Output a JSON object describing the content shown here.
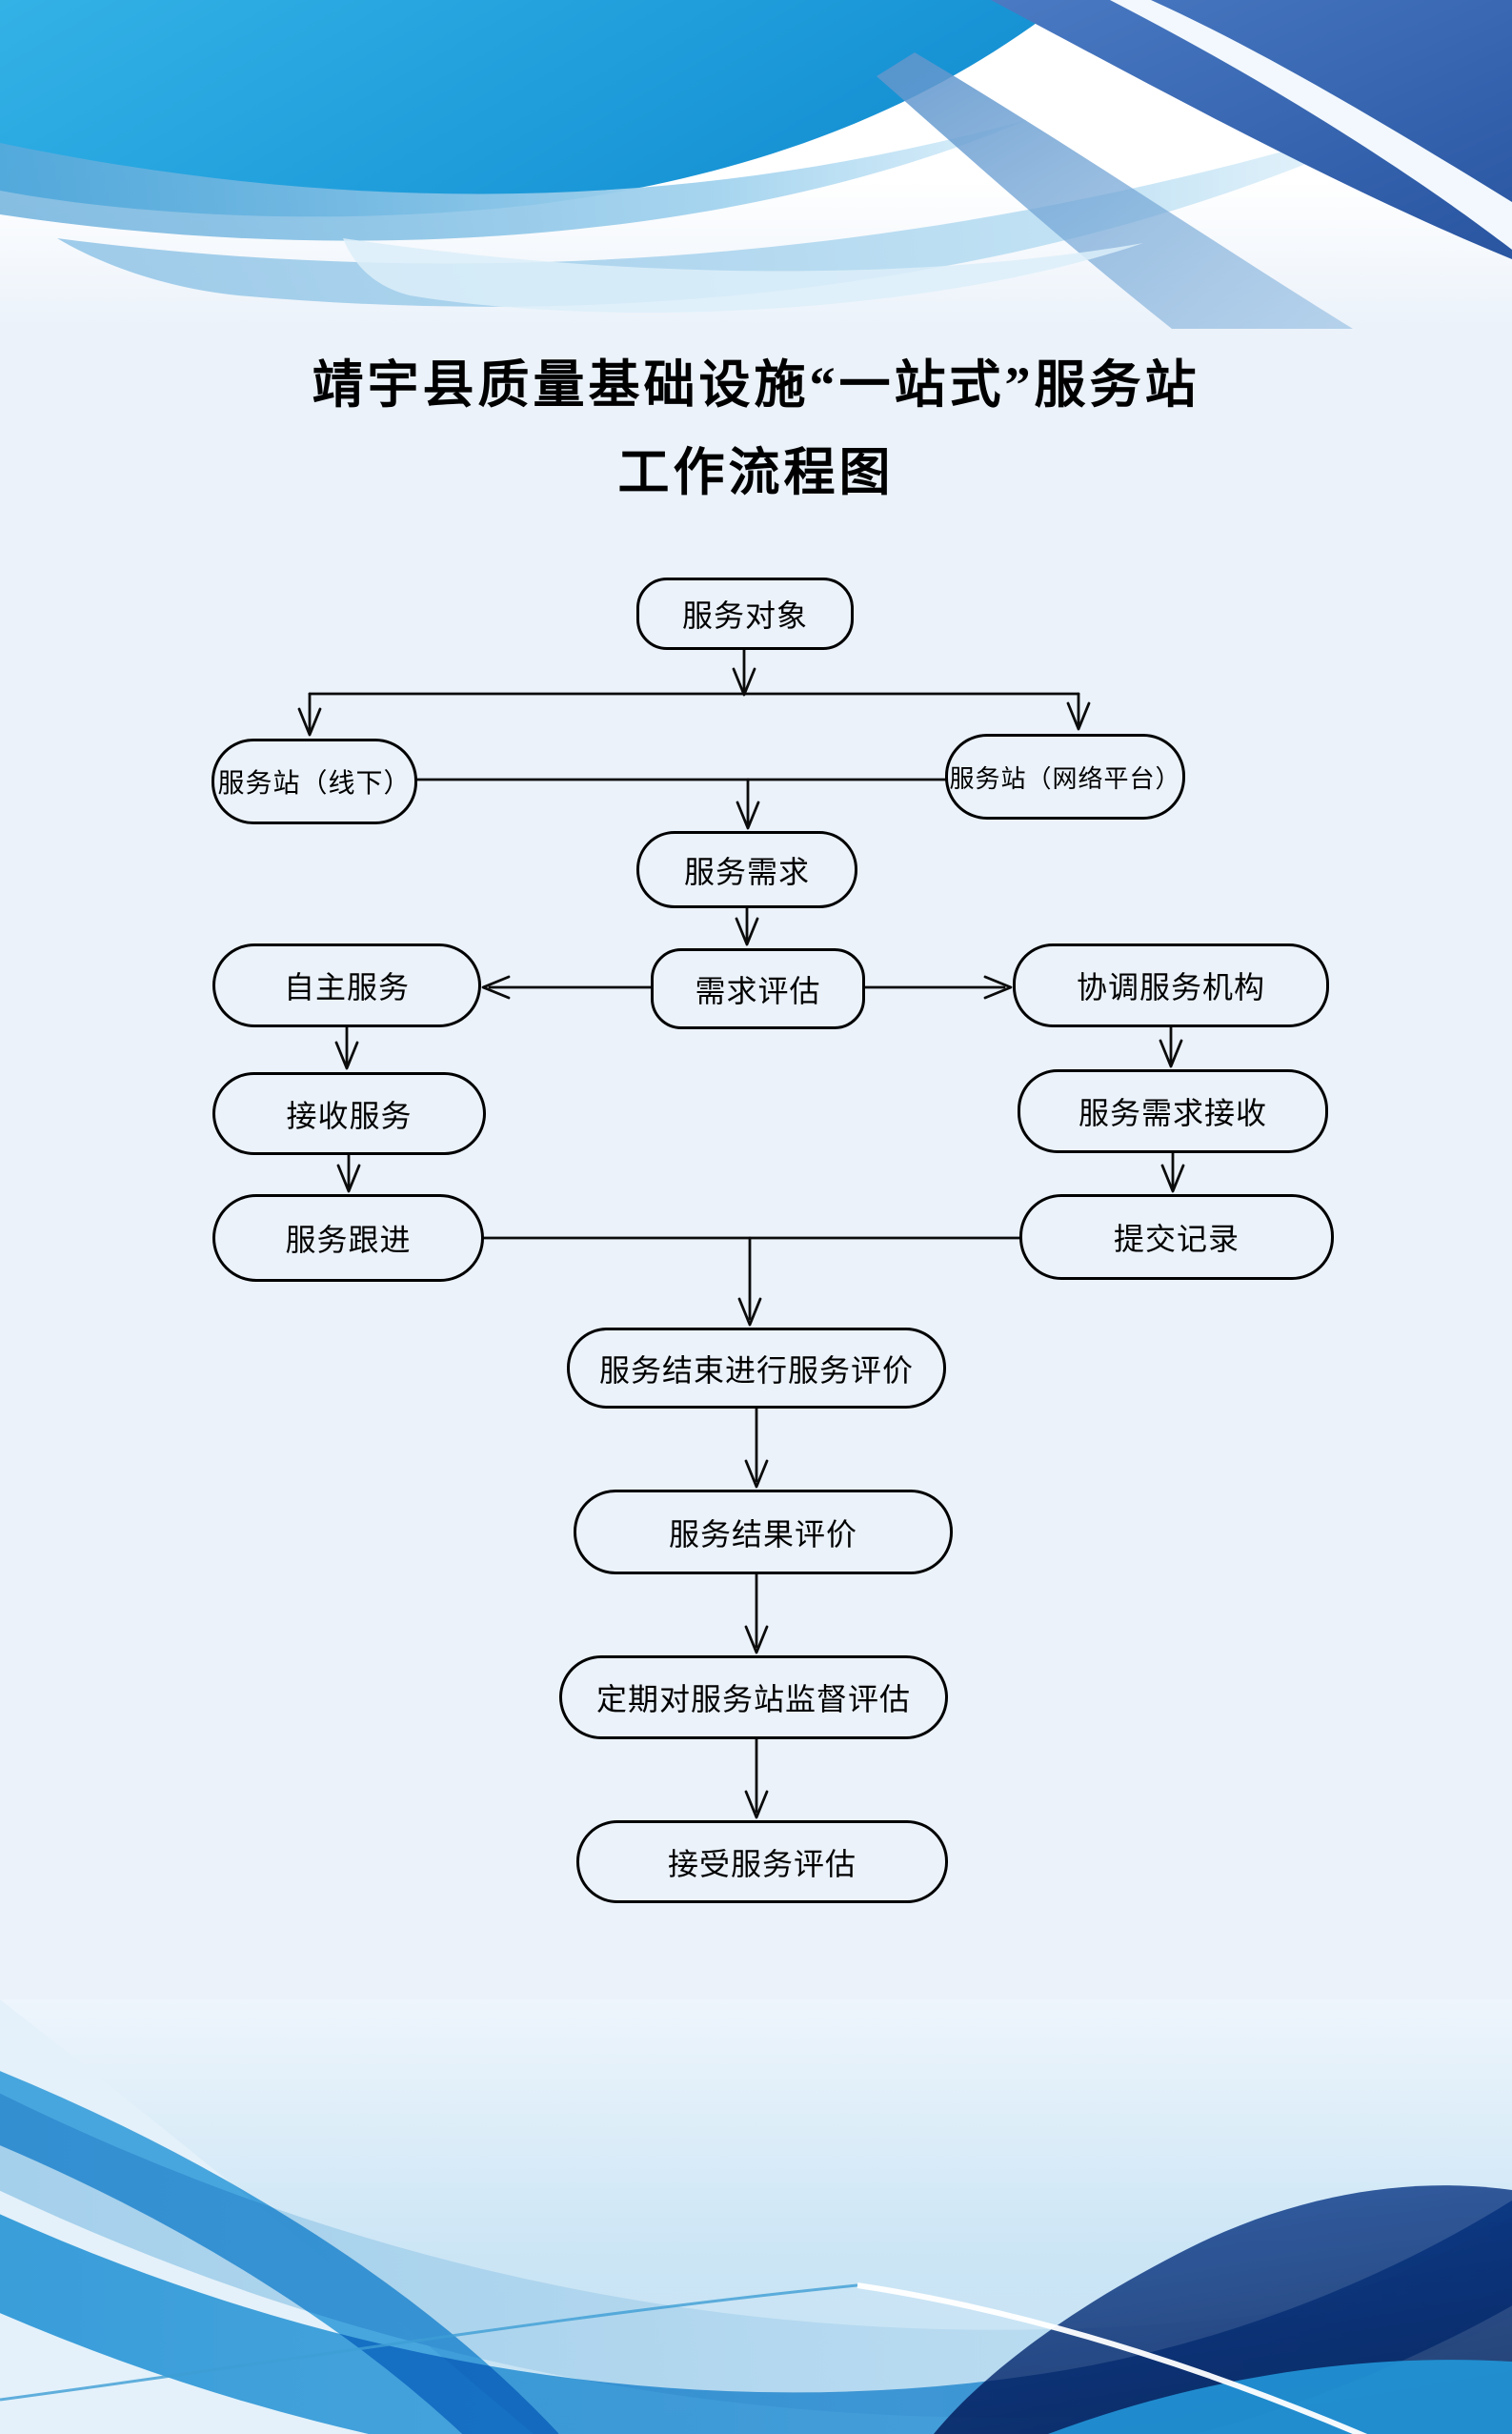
{
  "title": {
    "line1": "靖宇县质量基础设施“一站式”服务站",
    "line2": "工作流程图"
  },
  "flowchart": {
    "nodes": {
      "service_object": "服务对象",
      "station_offline": "服务站（线下）",
      "station_online": "服务站（网络平台）",
      "service_demand": "服务需求",
      "self_service": "自主服务",
      "demand_assessment": "需求评估",
      "coordinate_org": "协调服务机构",
      "receive_service": "接收服务",
      "demand_reception": "服务需求接收",
      "service_followup": "服务跟进",
      "submit_record": "提交记录",
      "end_evaluation": "服务结束进行服务评价",
      "result_evaluation": "服务结果评价",
      "supervision": "定期对服务站监督评估",
      "accept_evaluation": "接受服务评估"
    },
    "edges": [
      {
        "from": "service_object",
        "to": "station_offline"
      },
      {
        "from": "service_object",
        "to": "station_online"
      },
      {
        "from": "station_offline",
        "to": "service_demand"
      },
      {
        "from": "station_online",
        "to": "service_demand"
      },
      {
        "from": "service_demand",
        "to": "demand_assessment"
      },
      {
        "from": "demand_assessment",
        "to": "self_service"
      },
      {
        "from": "demand_assessment",
        "to": "coordinate_org"
      },
      {
        "from": "self_service",
        "to": "receive_service"
      },
      {
        "from": "coordinate_org",
        "to": "demand_reception"
      },
      {
        "from": "receive_service",
        "to": "service_followup"
      },
      {
        "from": "demand_reception",
        "to": "submit_record"
      },
      {
        "from": "service_followup",
        "to": "end_evaluation"
      },
      {
        "from": "submit_record",
        "to": "end_evaluation"
      },
      {
        "from": "end_evaluation",
        "to": "result_evaluation"
      },
      {
        "from": "result_evaluation",
        "to": "supervision"
      },
      {
        "from": "supervision",
        "to": "accept_evaluation"
      }
    ]
  },
  "colors": {
    "page_background": "#EBF2FA",
    "line": "#000000",
    "cyan_wave": "#29A9E0",
    "royal_wave": "#3465AE",
    "light_wave": "#A9D6EF",
    "navy_wave": "#27477F",
    "bottom_wave": "#2F9FDC"
  }
}
